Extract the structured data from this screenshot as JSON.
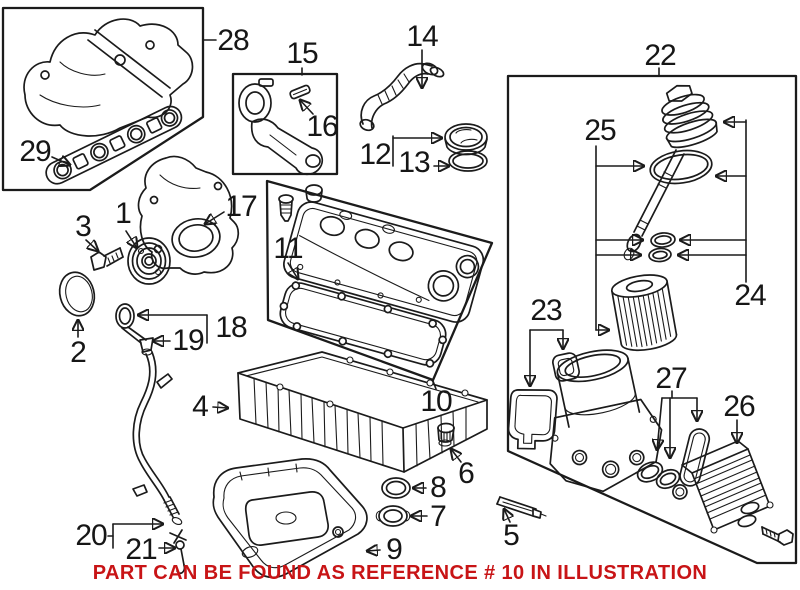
{
  "diagram": {
    "type": "exploded-parts-illustration",
    "subject": "engine component parts diagram",
    "highlighted_reference": "10",
    "callouts": [
      {
        "ref": "1"
      },
      {
        "ref": "2"
      },
      {
        "ref": "3"
      },
      {
        "ref": "4"
      },
      {
        "ref": "5"
      },
      {
        "ref": "6"
      },
      {
        "ref": "7"
      },
      {
        "ref": "8"
      },
      {
        "ref": "9"
      },
      {
        "ref": "10"
      },
      {
        "ref": "11"
      },
      {
        "ref": "12"
      },
      {
        "ref": "13"
      },
      {
        "ref": "14"
      },
      {
        "ref": "15"
      },
      {
        "ref": "16"
      },
      {
        "ref": "17"
      },
      {
        "ref": "18"
      },
      {
        "ref": "19"
      },
      {
        "ref": "20"
      },
      {
        "ref": "21"
      },
      {
        "ref": "22"
      },
      {
        "ref": "23"
      },
      {
        "ref": "24"
      },
      {
        "ref": "25"
      },
      {
        "ref": "26"
      },
      {
        "ref": "27"
      },
      {
        "ref": "28"
      },
      {
        "ref": "29"
      }
    ]
  },
  "caption": {
    "text": "PART CAN BE FOUND AS REFERENCE # 10 IN ILLUSTRATION",
    "color": "#c81416"
  },
  "colors": {
    "line": "#1b1b1b",
    "background": "#ffffff",
    "caption_red": "#c81416"
  }
}
